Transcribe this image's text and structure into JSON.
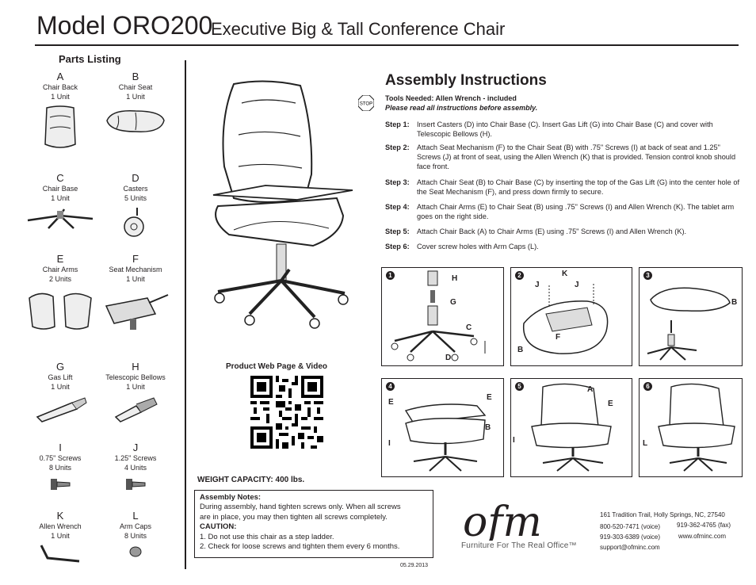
{
  "header": {
    "model": "Model ORO200",
    "subtitle": "Executive Big & Tall Conference Chair"
  },
  "parts_heading": "Parts Listing",
  "parts": [
    {
      "letter": "A",
      "name": "Chair Back",
      "qty": "1 Unit"
    },
    {
      "letter": "B",
      "name": "Chair Seat",
      "qty": "1 Unit"
    },
    {
      "letter": "C",
      "name": "Chair Base",
      "qty": "1 Unit"
    },
    {
      "letter": "D",
      "name": "Casters",
      "qty": "5 Units"
    },
    {
      "letter": "E",
      "name": "Chair Arms",
      "qty": "2 Units"
    },
    {
      "letter": "F",
      "name": "Seat Mechanism",
      "qty": "1 Unit"
    },
    {
      "letter": "G",
      "name": "Gas Lift",
      "qty": "1 Unit"
    },
    {
      "letter": "H",
      "name": "Telescopic Bellows",
      "qty": "1 Unit"
    },
    {
      "letter": "I",
      "name": "0.75\" Screws",
      "qty": "8 Units"
    },
    {
      "letter": "J",
      "name": "1.25\" Screws",
      "qty": "4 Units"
    },
    {
      "letter": "K",
      "name": "Allen Wrench",
      "qty": "1 Unit"
    },
    {
      "letter": "L",
      "name": "Arm Caps",
      "qty": "8 Units"
    }
  ],
  "assembly": {
    "title": "Assembly Instructions",
    "stop_label": "STOP",
    "tools": "Tools Needed: Allen Wrench - included",
    "read_all": "Please read all instructions before assembly.",
    "steps": [
      {
        "label": "Step 1:",
        "text": "Insert Casters (D) into Chair Base (C). Insert Gas Lift (G) into Chair Base (C) and cover with Telescopic Bellows (H)."
      },
      {
        "label": "Step 2:",
        "text": "Attach Seat Mechanism (F) to the Chair Seat (B) with .75\" Screws (I) at back of seat and 1.25\" Screws (J) at front of seat, using the Allen Wrench (K) that is provided. Tension control knob should face front."
      },
      {
        "label": "Step 3:",
        "text": "Attach Chair Seat (B) to Chair Base (C) by inserting the top of the Gas Lift (G) into the center hole of the Seat Mechanism (F), and press down firmly to secure."
      },
      {
        "label": "Step 4:",
        "text": "Attach Chair Arms (E) to Chair Seat (B) using .75\" Screws (I) and Allen Wrench (K). The tablet arm goes on the right side."
      },
      {
        "label": "Step 5:",
        "text": "Attach Chair Back (A) to Chair Arms (E) using .75\" Screws (I) and Allen Wrench (K)."
      },
      {
        "label": "Step 6:",
        "text": "Cover screw holes with Arm Caps (L)."
      }
    ]
  },
  "diagrams": [
    {
      "num": "1",
      "labels": [
        "H",
        "G",
        "C",
        "D"
      ]
    },
    {
      "num": "2",
      "labels": [
        "K",
        "J",
        "J",
        "F",
        "B"
      ]
    },
    {
      "num": "3",
      "labels": [
        "B"
      ]
    },
    {
      "num": "4",
      "labels": [
        "E",
        "E",
        "B",
        "I"
      ]
    },
    {
      "num": "5",
      "labels": [
        "A",
        "E",
        "I"
      ]
    },
    {
      "num": "6",
      "labels": [
        "L"
      ]
    }
  ],
  "web": {
    "title": "Product Web Page & Video"
  },
  "weight": "WEIGHT CAPACITY: 400 lbs.",
  "notes": {
    "heading": "Assembly Notes:",
    "line1": "During assembly, hand tighten screws only. When all screws",
    "line2": "are in place, you may then tighten all screws completely.",
    "caution": "CAUTION:",
    "c1": "1. Do not use this chair as a step ladder.",
    "c2": "2. Check for loose screws and tighten them every 6 months."
  },
  "date": "05.29.2013",
  "company": {
    "logo": "ofm",
    "tagline": "Furniture For The Real Office™",
    "address": "161 Tradition Trail,  Holly Springs, NC, 27540",
    "phone1": "800-520-7471 (voice)",
    "fax": "919-362-4765 (fax)",
    "phone2": "919-303-6389 (voice)",
    "web": "www.ofminc.com",
    "email": "support@ofminc.com"
  }
}
